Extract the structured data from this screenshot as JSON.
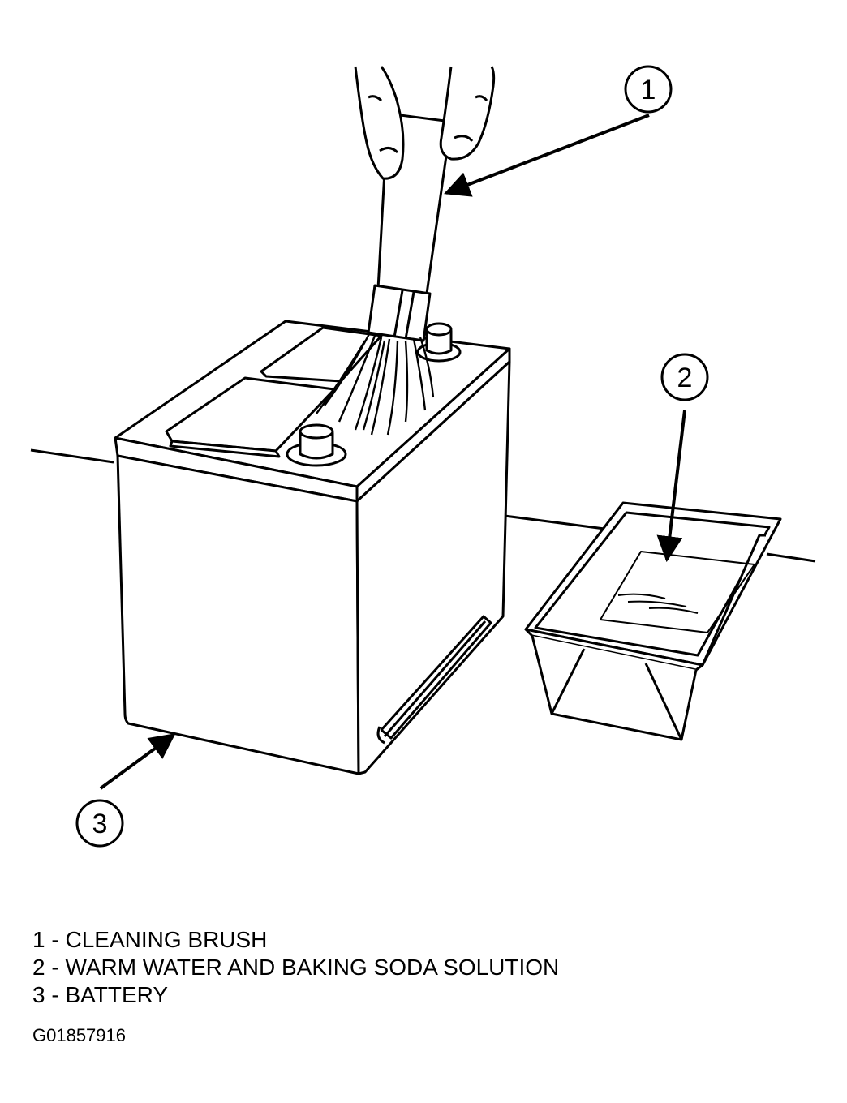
{
  "callouts": [
    {
      "number": "1"
    },
    {
      "number": "2"
    },
    {
      "number": "3"
    }
  ],
  "legend": [
    {
      "number": "1",
      "separator": "-",
      "label": "CLEANING BRUSH"
    },
    {
      "number": "2",
      "separator": "-",
      "label": "WARM WATER AND BAKING SODA SOLUTION"
    },
    {
      "number": "3",
      "separator": "-",
      "label": "BATTERY"
    }
  ],
  "figure_id": "G01857916",
  "colors": {
    "ink": "#000000",
    "paper": "#ffffff"
  }
}
